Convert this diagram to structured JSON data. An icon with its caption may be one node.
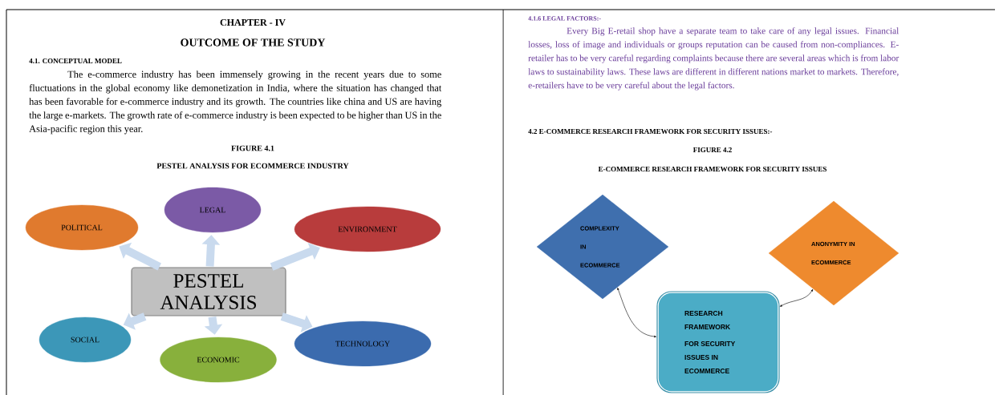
{
  "diagram": {
    "nodes": [
      {
        "text": [
          "PESTEL ANALYSIS"
        ]
      },
      {
        "text": [
          "POLITICAL"
        ]
      },
      {
        "text": [
          "LEGAL"
        ]
      },
      {
        "text": [
          "ENVIRONMENT"
        ]
      },
      {
        "text": [
          "SOCIAL"
        ]
      },
      {
        "text": [
          "ECONOMIC"
        ]
      },
      {
        "text": [
          "TECHNOLOGY"
        ]
      },
      {
        "text": [
          "COMPLEXITY IN ECOMMERCE"
        ]
      },
      {
        "text": [
          "ANONYMITY IN ECOMMERCE"
        ]
      },
      {
        "text": [
          "RESEARCH FRAMEWORK",
          "FOR SECURITY ISSUES IN ECOMMERCE"
        ]
      }
    ],
    "edges": [
      {
        "from": 0,
        "to": 1,
        "arrow": "to"
      },
      {
        "from": 0,
        "to": 2,
        "arrow": "to"
      },
      {
        "from": 0,
        "to": 3,
        "arrow": "to"
      },
      {
        "from": 0,
        "to": 4,
        "arrow": "to"
      },
      {
        "from": 0,
        "to": 5,
        "arrow": "to"
      },
      {
        "from": 0,
        "to": 6,
        "arrow": "to"
      },
      {
        "from": 7,
        "to": 9,
        "arrow": "both",
        "color": "#000000"
      },
      {
        "from": 8,
        "to": 9,
        "arrow": "both",
        "color": "#000000"
      }
    ],
    "labels": [
      "CHAPTER - IV",
      "OUTCOME OF THE STUDY",
      "4.1. CONCEPTUAL MODEL",
      "The e-commerce industry has been immensely growing in the recent years due to some fluctuations in the global economy like demonetization in India, where the situation has changed that has been favorable for e-commerce industry and its growth. The countries like china and US are having the large e-markets. The growth rate of e-commerce industry is been expected to be higher than US in the Asia-pacific region this year.",
      "FIGURE 4.1",
      "PESTEL ANALYSIS FOR ECOMMERCE INDUSTRY",
      "4.1.6 LEGAL FACTORS:-",
      "Every Big E-retail shop have a separate team to take care of any legal issues. Financial losses, loss of image and individuals or groups reputation can be caused from non-compliances. E-retailer has to be very careful regarding complaints because there are several areas which is from labor laws to sustainability laws. These laws are different in different nations market to markets. Therefore, e-retailers have to be very careful about the legal factors.",
      "4.2 E-COMMERCE RESEARCH FRAMEWORK FOR SECURITY ISSUES:-",
      "FIGURE 4.2",
      "E-COMMERCE RESEARCH FRAMEWORK FOR SECURITY ISSUES"
    ]
  }
}
